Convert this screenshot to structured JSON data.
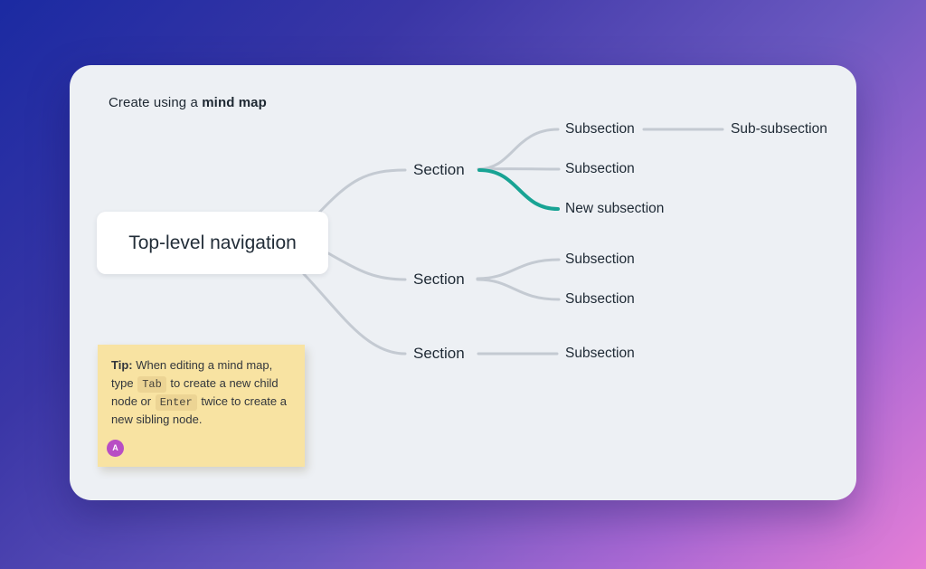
{
  "header": {
    "title_prefix": "Create using a ",
    "title_bold": "mind map"
  },
  "mindmap": {
    "root": {
      "label": "Top-level navigation"
    },
    "sections": [
      {
        "label": "Section",
        "children": [
          {
            "label": "Subsection",
            "children": [
              {
                "label": "Sub-subsection"
              }
            ]
          },
          {
            "label": "Subsection"
          },
          {
            "label": "New subsection",
            "highlight": true
          }
        ]
      },
      {
        "label": "Section",
        "children": [
          {
            "label": "Subsection"
          },
          {
            "label": "Subsection"
          }
        ]
      },
      {
        "label": "Section",
        "children": [
          {
            "label": "Subsection"
          }
        ]
      }
    ],
    "colors": {
      "connector": "#c4cad2",
      "highlight": "#18a394",
      "node_bg": "#ffffff",
      "text": "#1f2a35"
    }
  },
  "tip": {
    "label": "Tip:",
    "text1": " When editing a mind map, type ",
    "key1": "Tab",
    "text2": " to create a new child node or ",
    "key2": "Enter",
    "text3": " twice to create a new sibling node.",
    "avatar": {
      "initial": "A",
      "color": "#b84ec4"
    }
  },
  "background": {
    "gradient_start": "#1b2aa2",
    "gradient_end": "#e57ed6"
  },
  "card": {
    "bg": "#edf0f4"
  }
}
